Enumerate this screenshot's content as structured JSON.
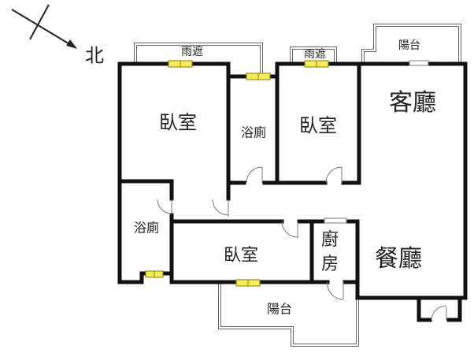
{
  "compass": {
    "north_label": "北"
  },
  "rooms": {
    "bedroom_top_left": "臥室",
    "bathroom_middle": "浴廁",
    "bedroom_top_middle": "臥室",
    "living_room": "客廳",
    "bathroom_left": "浴廁",
    "bedroom_bottom": "臥室",
    "kitchen_1": "廚",
    "kitchen_2": "房",
    "dining_room": "餐廳"
  },
  "outdoor": {
    "canopy_1": "雨遮",
    "canopy_2": "雨遮",
    "balcony_top": "陽台",
    "balcony_bottom": "陽台"
  },
  "colors": {
    "wall": "#111111",
    "window": "#f2ec5a"
  }
}
